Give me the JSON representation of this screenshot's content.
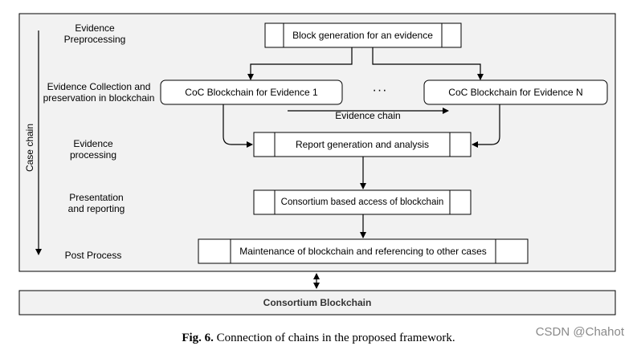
{
  "stages": [
    {
      "label_line1": "Evidence",
      "label_line2": "Preprocessing"
    },
    {
      "label_line1": "Evidence Collection and",
      "label_line2": "preservation in blockchain"
    },
    {
      "label_line1": "Evidence",
      "label_line2": "processing"
    },
    {
      "label_line1": "Presentation",
      "label_line2": "and reporting"
    },
    {
      "label_line1": "Post Process",
      "label_line2": ""
    }
  ],
  "boxes": {
    "block_generation": "Block generation for an evidence",
    "coc_first": "CoC Blockchain for Evidence 1",
    "ellipsis": "···",
    "coc_last": "CoC Blockchain for Evidence N",
    "evidence_chain": "Evidence chain",
    "report_generation": "Report generation and analysis",
    "consortium_access": "Consortium based access of blockchain",
    "maintenance": "Maintenance of blockchain and referencing to other cases"
  },
  "side_label": "Case chain",
  "bottom_bar": "Consortium Blockchain",
  "caption": {
    "prefix": "Fig. 6.",
    "text": "Connection of chains in the proposed framework."
  },
  "watermark": "CSDN @Chahot",
  "colors": {
    "panel_bg": "#f2f2f2",
    "stroke": "#000000",
    "box_bg": "#ffffff"
  }
}
